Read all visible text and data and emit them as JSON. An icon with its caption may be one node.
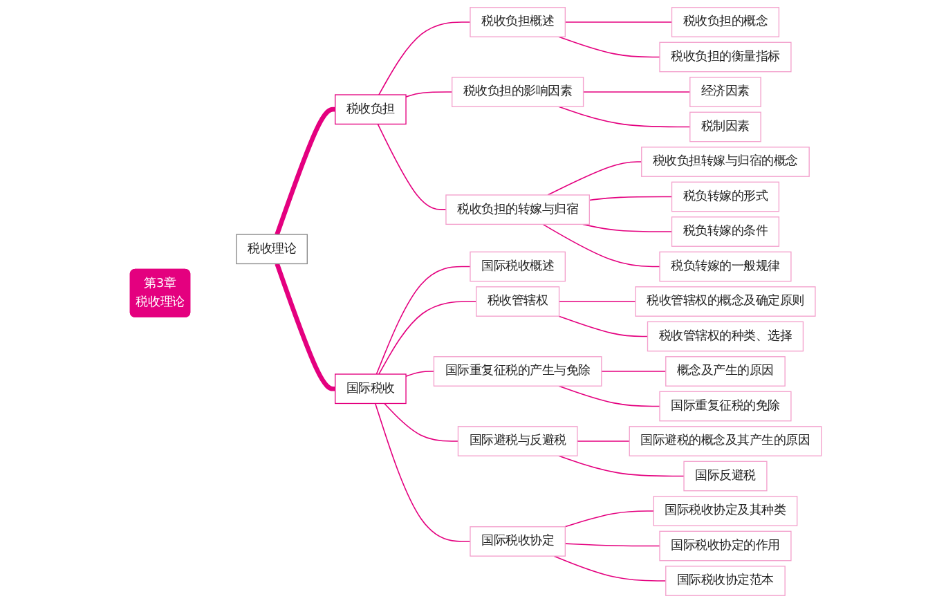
{
  "diagram": {
    "nodes": [
      {
        "text": [
          "第3章",
          "税收理论"
        ]
      },
      {
        "text": [
          "税收理论"
        ]
      },
      {
        "text": [
          "税收负担"
        ]
      },
      {
        "text": [
          "税收负担概述"
        ]
      },
      {
        "text": [
          "税收负担的概念"
        ]
      },
      {
        "text": [
          "税收负担的衡量指标"
        ]
      },
      {
        "text": [
          "税收负担的影响因素"
        ]
      },
      {
        "text": [
          "经济因素"
        ]
      },
      {
        "text": [
          "税制因素"
        ]
      },
      {
        "text": [
          "税收负担的转嫁与归宿"
        ]
      },
      {
        "text": [
          "税收负担转嫁与归宿的概念"
        ]
      },
      {
        "text": [
          "税负转嫁的形式"
        ]
      },
      {
        "text": [
          "税负转嫁的条件"
        ]
      },
      {
        "text": [
          "税负转嫁的一般规律"
        ]
      },
      {
        "text": [
          "国际税收"
        ]
      },
      {
        "text": [
          "国际税收概述"
        ]
      },
      {
        "text": [
          "税收管辖权"
        ]
      },
      {
        "text": [
          "税收管辖权的概念及确定原则"
        ]
      },
      {
        "text": [
          "税收管辖权的种类、选择"
        ]
      },
      {
        "text": [
          "国际重复征税的产生与免除"
        ]
      },
      {
        "text": [
          "概念及产生的原因"
        ]
      },
      {
        "text": [
          "国际重复征税的免除"
        ]
      },
      {
        "text": [
          "国际避税与反避税"
        ]
      },
      {
        "text": [
          "国际避税的概念及其产生的原因"
        ]
      },
      {
        "text": [
          "国际反避税"
        ]
      },
      {
        "text": [
          "国际税收协定"
        ]
      },
      {
        "text": [
          "国际税收协定及其种类"
        ]
      },
      {
        "text": [
          "国际税收协定的作用"
        ]
      },
      {
        "text": [
          "国际税收协定范本"
        ]
      }
    ],
    "edges": [
      {
        "from": 1,
        "to": 2,
        "arrow": "none",
        "style": "thick"
      },
      {
        "from": 2,
        "to": 3,
        "arrow": "none"
      },
      {
        "from": 3,
        "to": 4,
        "arrow": "none"
      },
      {
        "from": 3,
        "to": 5,
        "arrow": "none"
      },
      {
        "from": 2,
        "to": 6,
        "arrow": "none"
      },
      {
        "from": 6,
        "to": 7,
        "arrow": "none"
      },
      {
        "from": 6,
        "to": 8,
        "arrow": "none"
      },
      {
        "from": 2,
        "to": 9,
        "arrow": "none"
      },
      {
        "from": 9,
        "to": 10,
        "arrow": "none"
      },
      {
        "from": 9,
        "to": 11,
        "arrow": "none"
      },
      {
        "from": 9,
        "to": 12,
        "arrow": "none"
      },
      {
        "from": 9,
        "to": 13,
        "arrow": "none"
      },
      {
        "from": 1,
        "to": 14,
        "arrow": "none",
        "style": "thick"
      },
      {
        "from": 14,
        "to": 15,
        "arrow": "none"
      },
      {
        "from": 14,
        "to": 16,
        "arrow": "none"
      },
      {
        "from": 16,
        "to": 17,
        "arrow": "none"
      },
      {
        "from": 16,
        "to": 18,
        "arrow": "none"
      },
      {
        "from": 14,
        "to": 19,
        "arrow": "none"
      },
      {
        "from": 19,
        "to": 20,
        "arrow": "none"
      },
      {
        "from": 19,
        "to": 21,
        "arrow": "none"
      },
      {
        "from": 14,
        "to": 22,
        "arrow": "none"
      },
      {
        "from": 22,
        "to": 23,
        "arrow": "none"
      },
      {
        "from": 22,
        "to": 24,
        "arrow": "none"
      },
      {
        "from": 14,
        "to": 25,
        "arrow": "none"
      },
      {
        "from": 25,
        "to": 26,
        "arrow": "none"
      },
      {
        "from": 25,
        "to": 27,
        "arrow": "none"
      },
      {
        "from": 25,
        "to": 28,
        "arrow": "none"
      }
    ]
  }
}
